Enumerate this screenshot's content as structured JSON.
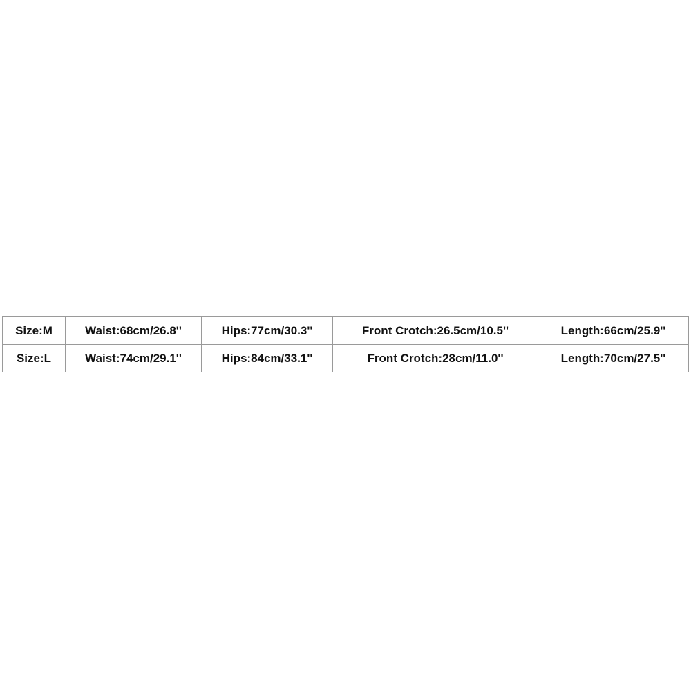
{
  "size_chart": {
    "rows": [
      {
        "size": "Size:M",
        "waist": "Waist:68cm/26.8''",
        "hips": "Hips:77cm/30.3''",
        "front_crotch": "Front Crotch:26.5cm/10.5''",
        "length": "Length:66cm/25.9''"
      },
      {
        "size": "Size:L",
        "waist": "Waist:74cm/29.1''",
        "hips": "Hips:84cm/33.1''",
        "front_crotch": "Front Crotch:28cm/11.0''",
        "length": "Length:70cm/27.5''"
      }
    ]
  }
}
